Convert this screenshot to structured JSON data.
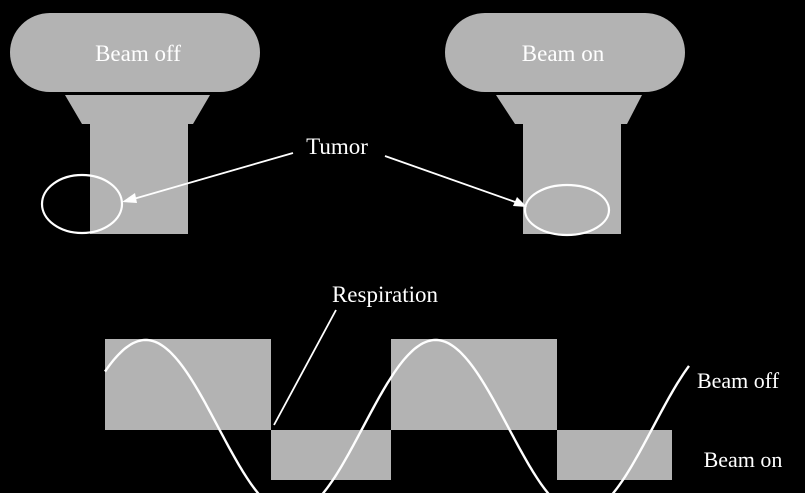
{
  "left_machine": {
    "label": "Beam off"
  },
  "right_machine": {
    "label": "Beam on"
  },
  "tumor_label": "Tumor",
  "respiration_label": "Respiration",
  "waveform": {
    "high_state": "Beam off",
    "low_state": "Beam on",
    "gate_sequence": [
      "Beam off",
      "Beam on",
      "Beam off",
      "Beam on"
    ]
  },
  "colors": {
    "background": "#000000",
    "machine_gray": "#b3b3b3",
    "text": "#ffffff",
    "curve": "#ffffff"
  }
}
